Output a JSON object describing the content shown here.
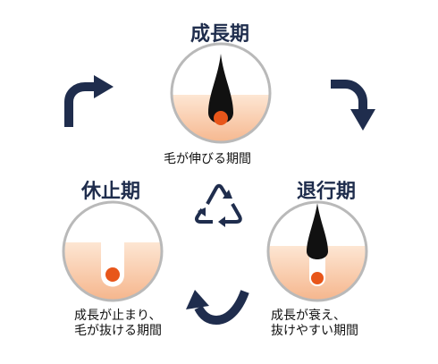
{
  "stages": {
    "growth": {
      "title": "成長期",
      "caption": [
        "毛が伸びる期間"
      ]
    },
    "regression": {
      "title": "退行期",
      "caption": [
        "成長が衰え、",
        "抜けやすい期間"
      ]
    },
    "rest": {
      "title": "休止期",
      "caption": [
        "成長が止まり、",
        "毛が抜ける期間"
      ]
    }
  },
  "colors": {
    "title": "#1f2d4d",
    "arrow": "#1f2d4d",
    "skin_top": "#fde6d3",
    "skin_bottom": "#f5b287",
    "hair": "#111111",
    "papilla": "#e8561a",
    "ring": "#b9b9b9"
  },
  "icons": [
    "curved-arrow-icon",
    "recycle-icon"
  ]
}
